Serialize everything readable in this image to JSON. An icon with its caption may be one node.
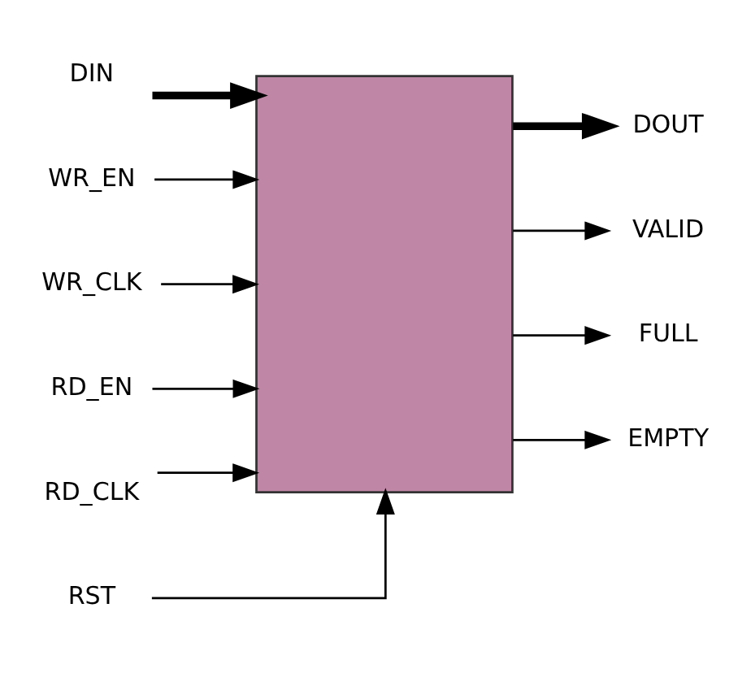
{
  "diagram": {
    "nodes": [
      {
        "text": [],
        "shape": "box"
      },
      {
        "text": [
          "DIN"
        ]
      },
      {
        "text": [
          "WR_EN"
        ]
      },
      {
        "text": [
          "WR_CLK"
        ]
      },
      {
        "text": [
          "RD_EN"
        ]
      },
      {
        "text": [
          "RD_CLK"
        ]
      },
      {
        "text": [
          "DOUT"
        ]
      },
      {
        "text": [
          "VALID"
        ]
      },
      {
        "text": [
          "FULL"
        ]
      },
      {
        "text": [
          "EMPTY"
        ]
      },
      {
        "text": [
          "RST"
        ]
      }
    ],
    "edges": [
      {
        "from": 1,
        "to": 0,
        "arrow": "to",
        "style": "thick"
      },
      {
        "from": 2,
        "to": 0,
        "arrow": "to"
      },
      {
        "from": 3,
        "to": 0,
        "arrow": "to"
      },
      {
        "from": 4,
        "to": 0,
        "arrow": "to"
      },
      {
        "from": 5,
        "to": 0,
        "arrow": "to"
      },
      {
        "from": 0,
        "to": 6,
        "arrow": "to",
        "style": "thick"
      },
      {
        "from": 0,
        "to": 7,
        "arrow": "to"
      },
      {
        "from": 0,
        "to": 8,
        "arrow": "to"
      },
      {
        "from": 0,
        "to": 9,
        "arrow": "to"
      },
      {
        "from": 10,
        "to": 0,
        "arrow": "to"
      }
    ]
  }
}
